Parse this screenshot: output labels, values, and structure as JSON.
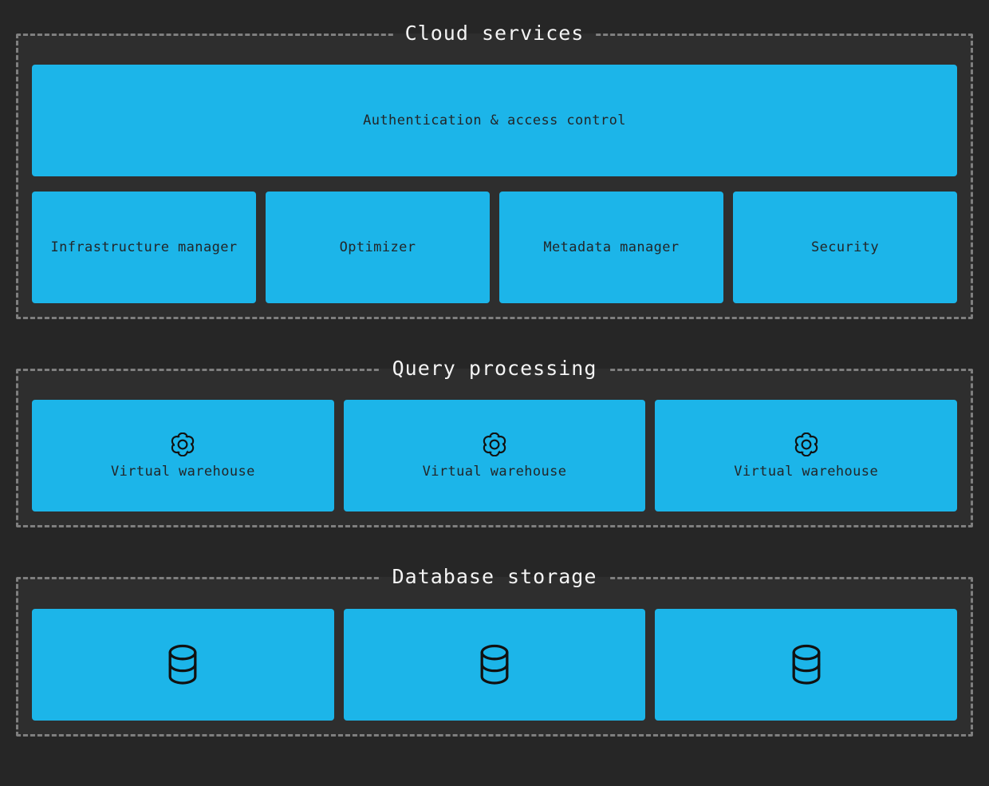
{
  "colors": {
    "accent_blue": "#1cb5e9",
    "page_background": "#262626",
    "section_background": "#2e2e2e",
    "dashed_border": "#7f7f7f",
    "section_title_text": "#f4f4f4",
    "box_text": "#222629",
    "icon_stroke": "#111111"
  },
  "sections": [
    {
      "title": "Cloud services",
      "banner": "Authentication & access control",
      "boxes": [
        {
          "label": "Infrastructure manager"
        },
        {
          "label": "Optimizer"
        },
        {
          "label": "Metadata manager"
        },
        {
          "label": "Security"
        }
      ]
    },
    {
      "title": "Query processing",
      "boxes": [
        {
          "label": "Virtual warehouse",
          "icon": "gear-icon"
        },
        {
          "label": "Virtual warehouse",
          "icon": "gear-icon"
        },
        {
          "label": "Virtual warehouse",
          "icon": "gear-icon"
        }
      ]
    },
    {
      "title": "Database storage",
      "boxes": [
        {
          "icon": "database-icon"
        },
        {
          "icon": "database-icon"
        },
        {
          "icon": "database-icon"
        }
      ]
    }
  ]
}
